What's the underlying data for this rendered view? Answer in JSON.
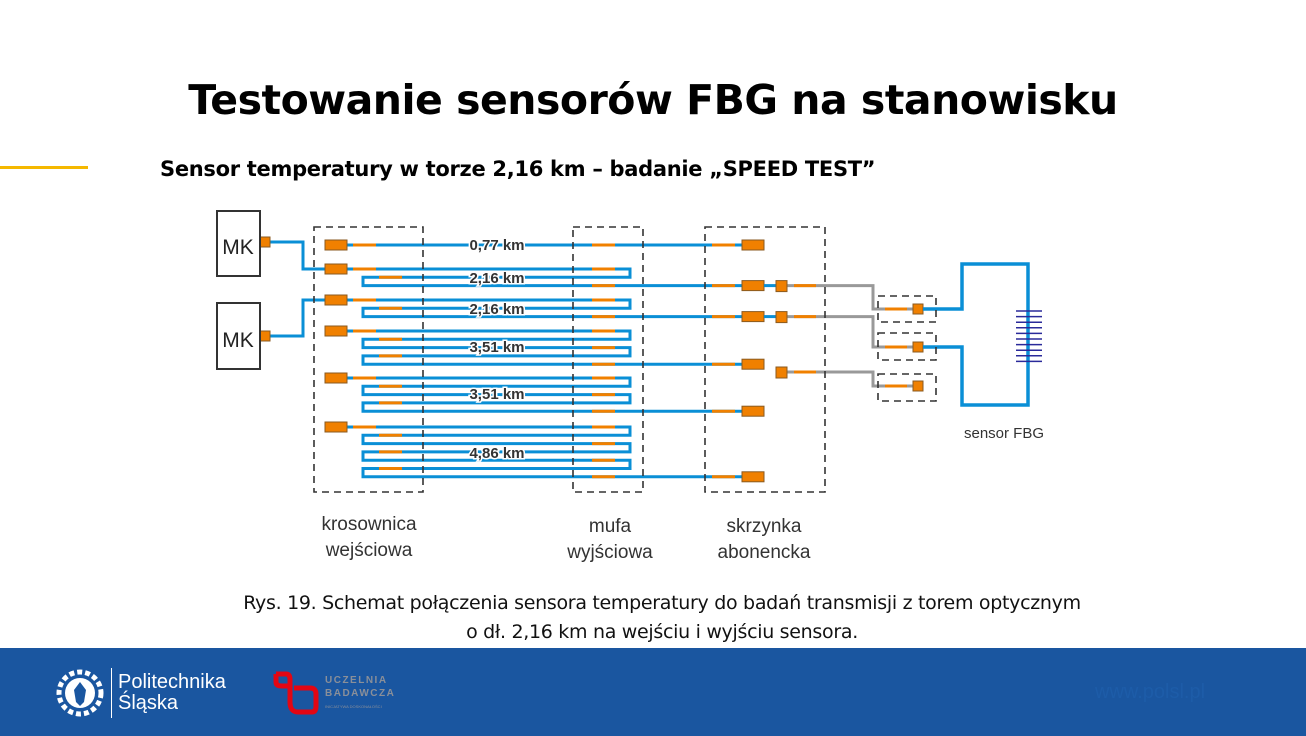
{
  "title": "Testowanie sensorów FBG na stanowisku",
  "subtitle": "Sensor temperatury w torze 2,16 km – badanie „SPEED TEST”",
  "diagram": {
    "mk_labels": [
      "MK",
      "MK"
    ],
    "routes": [
      {
        "label": "0,77 km",
        "loops": 1
      },
      {
        "label": "2,16 km",
        "loops": 3
      },
      {
        "label": "2,16 km",
        "loops": 3
      },
      {
        "label": "3,51 km",
        "loops": 5
      },
      {
        "label": "3,51 km",
        "loops": 5
      },
      {
        "label": "4,86 km",
        "loops": 7
      }
    ],
    "groups": {
      "krosownica": [
        "krosownica",
        "wejściowa"
      ],
      "mufa": [
        "mufa",
        "wyjściowa"
      ],
      "skrzynka": [
        "skrzynka",
        "abonencka"
      ]
    },
    "sensor_label": "sensor FBG",
    "colors": {
      "fiber": "#0a8fd6",
      "connector": "#f08000",
      "patch": "#999999",
      "grating": "#2a2a9a"
    }
  },
  "caption": [
    "Rys. 19. Schemat połączenia sensora temperatury do badań transmisji z torem optycznym",
    "o dł. 2,16 km na wejściu i wyjściu sensora."
  ],
  "footer": {
    "logo1": [
      "Politechnika",
      "Śląska"
    ],
    "logo2": [
      "UCZELNIA",
      "BADAWCZA",
      "INICJATYWA DOSKONAŁOŚCI"
    ],
    "url": "www.polsl.pl"
  }
}
